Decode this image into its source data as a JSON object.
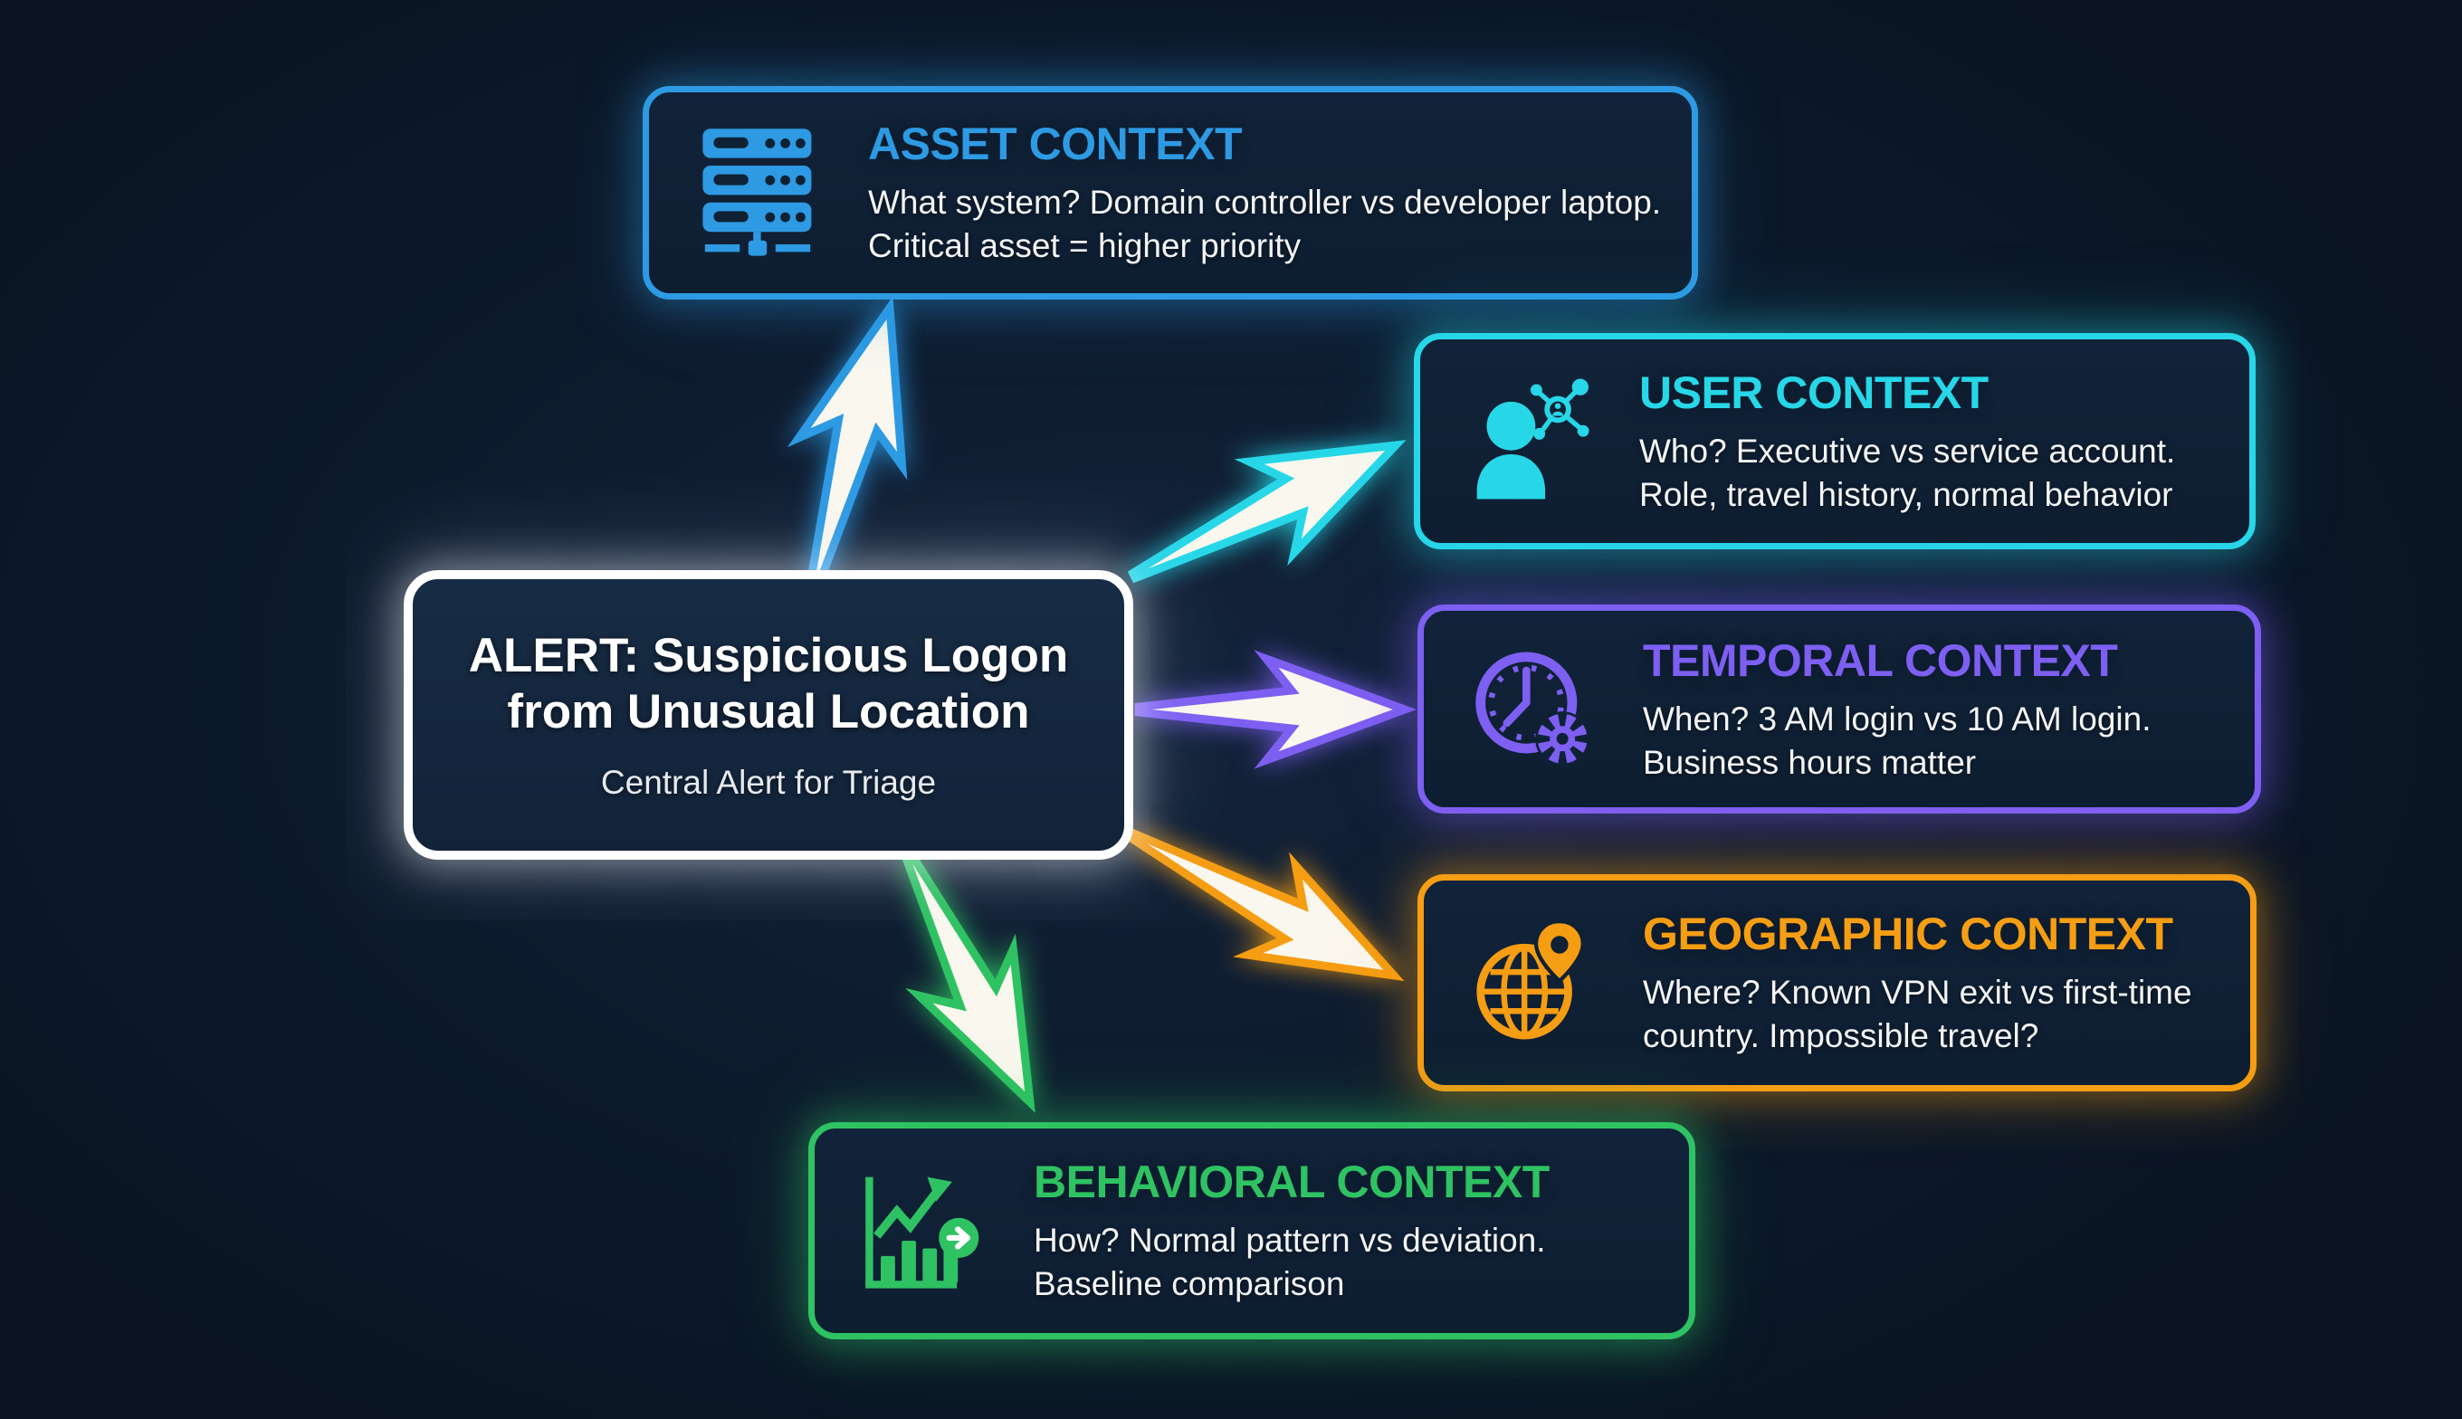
{
  "palette": {
    "background": "#0d1a2c",
    "card_bg": "#0f2134",
    "central_bg": "#152a41",
    "central_border": "#ffffff",
    "body_text": "#f3f4f6",
    "arrow_fill": "#faf7ee",
    "asset": "#2d9ae3",
    "user": "#27d7e8",
    "temporal": "#7d5ff2",
    "geographic": "#f59d13",
    "behavioral": "#2fc263"
  },
  "central": {
    "title": "ALERT: Suspicious Logon from Unusual Location",
    "subtitle": "Central Alert for Triage"
  },
  "cards": [
    {
      "id": "asset",
      "title": "ASSET CONTEXT",
      "body": "What system? Domain controller vs developer laptop. Critical asset = higher priority",
      "icon": "server-rack-icon"
    },
    {
      "id": "user",
      "title": "USER CONTEXT",
      "body": "Who? Executive vs service account. Role, travel history, normal behavior",
      "icon": "user-network-icon"
    },
    {
      "id": "temporal",
      "title": "TEMPORAL CONTEXT",
      "body": "When? 3 AM login vs 10 AM login. Business hours matter",
      "icon": "clock-gear-icon"
    },
    {
      "id": "geographic",
      "title": "GEOGRAPHIC CONTEXT",
      "body": "Where? Known VPN exit vs first-time country. Impossible travel?",
      "icon": "globe-pin-icon"
    },
    {
      "id": "behavioral",
      "title": "BEHAVIORAL CONTEXT",
      "body": "How? Normal pattern vs deviation. Baseline comparison",
      "icon": "chart-trend-icon"
    }
  ]
}
